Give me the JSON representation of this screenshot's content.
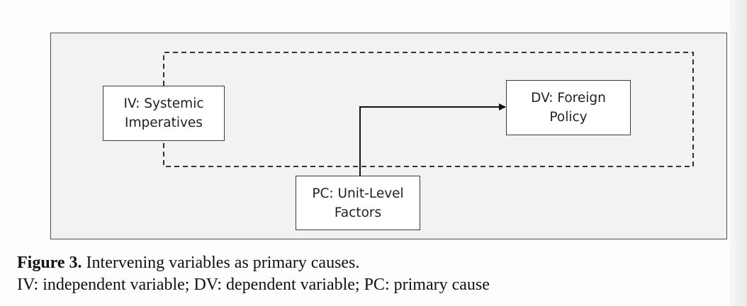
{
  "diagram": {
    "nodes": {
      "iv": {
        "line1": "IV: Systemic",
        "line2": "Imperatives"
      },
      "dv": {
        "line1": "DV: Foreign",
        "line2": "Policy"
      },
      "pc": {
        "line1": "PC: Unit-Level",
        "line2": "Factors"
      }
    },
    "edges": [
      {
        "from": "pc",
        "to": "dv",
        "style": "solid",
        "arrow": true
      },
      {
        "from": "iv",
        "to": "dv",
        "style": "dashed",
        "arrow": false
      }
    ]
  },
  "caption": {
    "label": "Figure 3.",
    "text": " Intervening variables as primary causes.",
    "note": "IV: independent variable; DV: dependent variable; PC: primary cause"
  }
}
